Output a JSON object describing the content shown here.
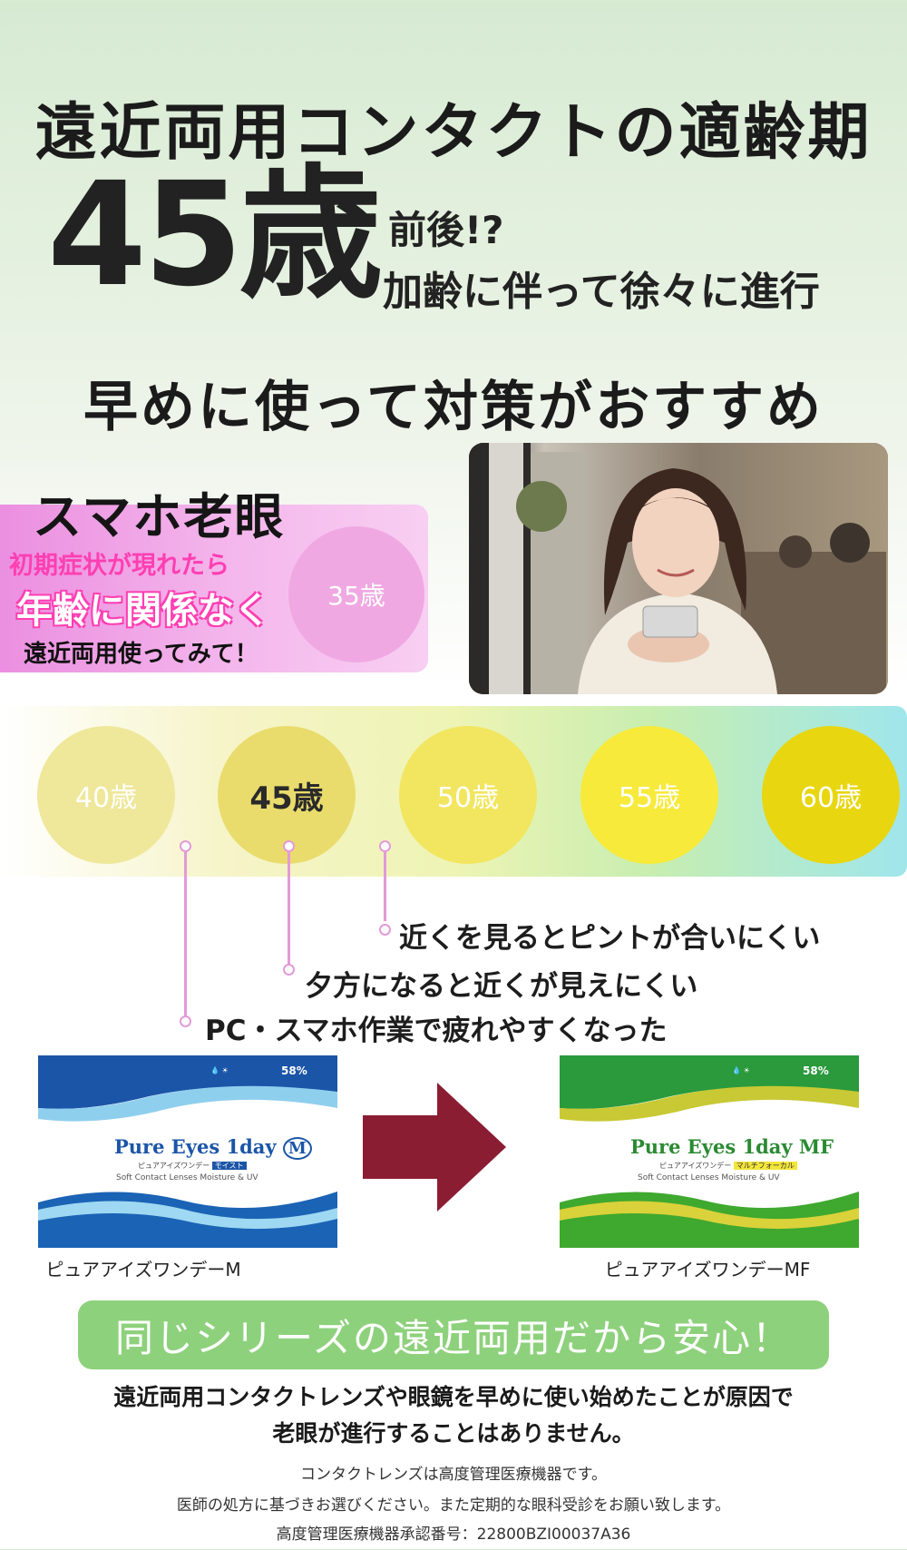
{
  "headline": "遠近両用コンタクトの適齢期",
  "age": {
    "big": "45歳",
    "sub1": "前後!?",
    "sub2": "加齢に伴って徐々に進行"
  },
  "subheadline": "早めに使って対策がおすすめ",
  "smartphone": {
    "title": "スマホ老眼",
    "line1": "初期症状が現れたら",
    "line2": "年齢に関係なく",
    "line3": "遠近両用使ってみて！",
    "age_circle": "35歳"
  },
  "age_circles": [
    {
      "label": "40歳",
      "color": "#efe79a"
    },
    {
      "label": "45歳",
      "color": "#e9dc6c"
    },
    {
      "label": "50歳",
      "color": "#f2e660"
    },
    {
      "label": "55歳",
      "color": "#f7ea3a"
    },
    {
      "label": "60歳",
      "color": "#e8d611"
    }
  ],
  "symptoms": [
    "近くを見るとピントが合いにくい",
    "夕方になると近くが見えにくい",
    "PC・スマホ作業で疲れやすくなった"
  ],
  "products": {
    "left": {
      "brand": "Pure Eyes 1day",
      "brand_suffix": "M",
      "katakana": "ピュアアイズワンデー",
      "tag": "モイスト",
      "subtitle": "Soft Contact Lenses Moisture & UV",
      "badge": "58%",
      "label": "ピュアアイズワンデーM"
    },
    "right": {
      "brand": "Pure Eyes 1day MF",
      "katakana": "ピュアアイズワンデー",
      "tag": "マルチフォーカル",
      "subtitle": "Soft Contact Lenses Moisture & UV",
      "badge": "58%",
      "label": "ピュアアイズワンデーMF"
    }
  },
  "banner": "同じシリーズの遠近両用だから安心！",
  "note_line1": "遠近両用コンタクトレンズや眼鏡を早めに使い始めたことが原因で",
  "note_line2": "老眼が進行することはありません。",
  "footer": {
    "line1": "コンタクトレンズは高度管理医療機器です。",
    "line2": "医師の処方に基づきお選びください。また定期的な眼科受診をお願い致します。",
    "line3": "高度管理医療機器承認番号：22800BZI00037A36"
  },
  "colors": {
    "arrow": "#8b1d33",
    "pink": "#ff3fb2",
    "green_banner": "#8ed17c",
    "connector": "#e39ad8"
  }
}
